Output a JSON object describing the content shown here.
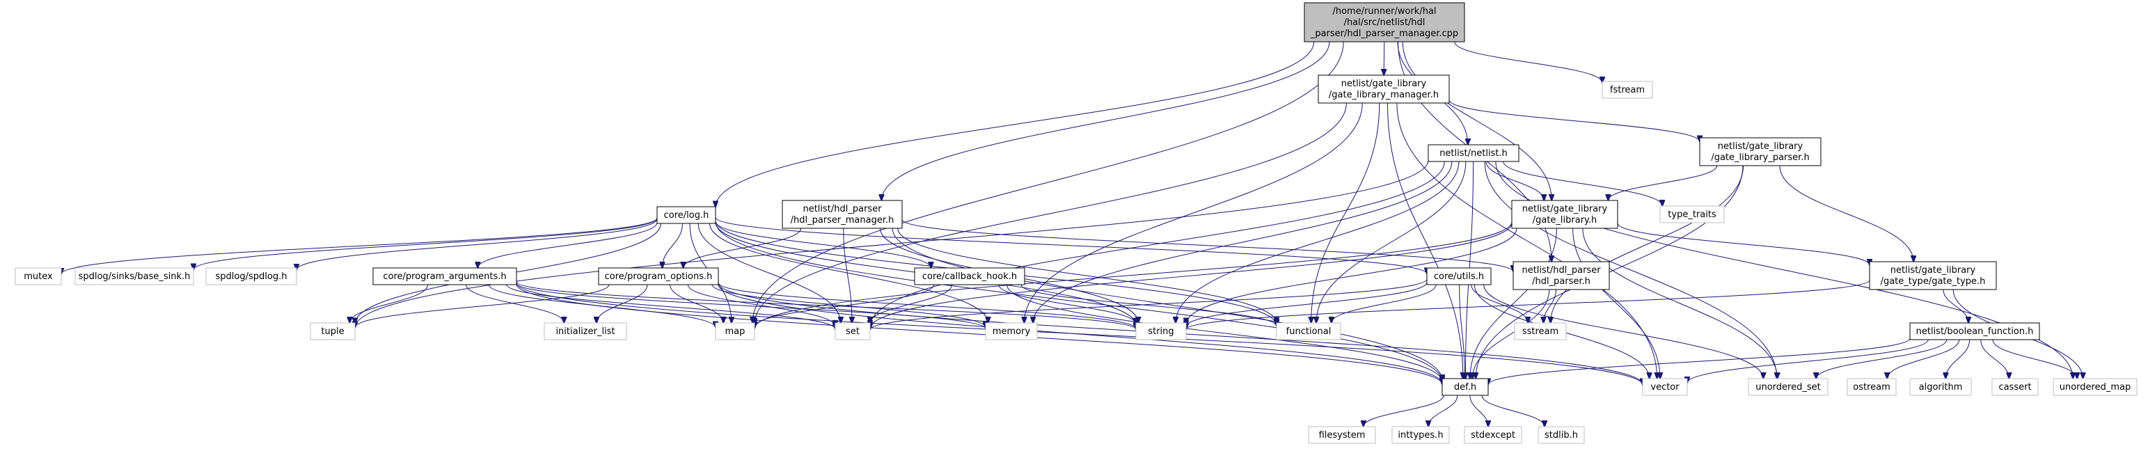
{
  "colors": {
    "edge": "#191970",
    "root_fill": "#bfbfbf",
    "root_stroke": "#000000",
    "internal_fill": "#ffffff",
    "internal_stroke": "#000000",
    "external_stroke": "#bfbfbf",
    "external_text": "#000000"
  },
  "nodes": [
    {
      "id": "root",
      "kind": "root",
      "lines": [
        "/home/runner/work/hal",
        "/hal/src/netlist/hdl",
        "_parser/hdl_parser_manager.cpp"
      ]
    },
    {
      "id": "fstream",
      "kind": "external",
      "lines": [
        "fstream"
      ]
    },
    {
      "id": "glm",
      "kind": "internal",
      "lines": [
        "netlist/gate_library",
        "/gate_library_manager.h"
      ]
    },
    {
      "id": "netlist",
      "kind": "internal",
      "lines": [
        "netlist/netlist.h"
      ]
    },
    {
      "id": "glp",
      "kind": "internal",
      "lines": [
        "netlist/gate_library",
        "/gate_library_parser.h"
      ]
    },
    {
      "id": "type_traits",
      "kind": "external",
      "lines": [
        "type_traits"
      ]
    },
    {
      "id": "log",
      "kind": "internal",
      "lines": [
        "core/log.h"
      ]
    },
    {
      "id": "hpm",
      "kind": "internal",
      "lines": [
        "netlist/hdl_parser",
        "/hdl_parser_manager.h"
      ]
    },
    {
      "id": "gl",
      "kind": "internal",
      "lines": [
        "netlist/gate_library",
        "/gate_library.h"
      ]
    },
    {
      "id": "mutex",
      "kind": "external",
      "lines": [
        "mutex"
      ]
    },
    {
      "id": "sink",
      "kind": "external",
      "lines": [
        "spdlog/sinks/base_sink.h"
      ]
    },
    {
      "id": "spdlog",
      "kind": "external",
      "lines": [
        "spdlog/spdlog.h"
      ]
    },
    {
      "id": "pa",
      "kind": "internal",
      "lines": [
        "core/program_arguments.h"
      ]
    },
    {
      "id": "po",
      "kind": "internal",
      "lines": [
        "core/program_options.h"
      ]
    },
    {
      "id": "cb",
      "kind": "internal",
      "lines": [
        "core/callback_hook.h"
      ]
    },
    {
      "id": "utils",
      "kind": "internal",
      "lines": [
        "core/utils.h"
      ]
    },
    {
      "id": "hp",
      "kind": "internal",
      "lines": [
        "netlist/hdl_parser",
        "/hdl_parser.h"
      ]
    },
    {
      "id": "gt",
      "kind": "internal",
      "lines": [
        "netlist/gate_library",
        "/gate_type/gate_type.h"
      ]
    },
    {
      "id": "bf",
      "kind": "internal",
      "lines": [
        "netlist/boolean_function.h"
      ]
    },
    {
      "id": "tuple",
      "kind": "external",
      "lines": [
        "tuple"
      ]
    },
    {
      "id": "init_list",
      "kind": "external",
      "lines": [
        "initializer_list"
      ]
    },
    {
      "id": "map",
      "kind": "external",
      "lines": [
        "map"
      ]
    },
    {
      "id": "set",
      "kind": "external",
      "lines": [
        "set"
      ]
    },
    {
      "id": "memory",
      "kind": "external",
      "lines": [
        "memory"
      ]
    },
    {
      "id": "string",
      "kind": "external",
      "lines": [
        "string"
      ]
    },
    {
      "id": "functional",
      "kind": "external",
      "lines": [
        "functional"
      ]
    },
    {
      "id": "sstream",
      "kind": "external",
      "lines": [
        "sstream"
      ]
    },
    {
      "id": "vector",
      "kind": "external",
      "lines": [
        "vector"
      ]
    },
    {
      "id": "uset",
      "kind": "external",
      "lines": [
        "unordered_set"
      ]
    },
    {
      "id": "ostream",
      "kind": "external",
      "lines": [
        "ostream"
      ]
    },
    {
      "id": "algorithm",
      "kind": "external",
      "lines": [
        "algorithm"
      ]
    },
    {
      "id": "cassert",
      "kind": "external",
      "lines": [
        "cassert"
      ]
    },
    {
      "id": "umap",
      "kind": "external",
      "lines": [
        "unordered_map"
      ]
    },
    {
      "id": "def",
      "kind": "internal",
      "lines": [
        "def.h"
      ]
    },
    {
      "id": "filesystem",
      "kind": "external",
      "lines": [
        "filesystem"
      ]
    },
    {
      "id": "inttypes",
      "kind": "external",
      "lines": [
        "inttypes.h"
      ]
    },
    {
      "id": "stdexcept",
      "kind": "external",
      "lines": [
        "stdexcept"
      ]
    },
    {
      "id": "stdlib",
      "kind": "external",
      "lines": [
        "stdlib.h"
      ]
    }
  ],
  "edges": [
    [
      "root",
      "fstream"
    ],
    [
      "root",
      "glm"
    ],
    [
      "root",
      "netlist"
    ],
    [
      "root",
      "log"
    ],
    [
      "root",
      "hpm"
    ],
    [
      "root",
      "gl"
    ],
    [
      "root",
      "hp"
    ],
    [
      "root",
      "map"
    ],
    [
      "glm",
      "glp"
    ],
    [
      "glm",
      "memory"
    ],
    [
      "glm",
      "functional"
    ],
    [
      "glm",
      "map"
    ],
    [
      "glm",
      "vector"
    ],
    [
      "glm",
      "def"
    ],
    [
      "netlist",
      "gl"
    ],
    [
      "netlist",
      "type_traits"
    ],
    [
      "netlist",
      "tuple"
    ],
    [
      "netlist",
      "memory"
    ],
    [
      "netlist",
      "string"
    ],
    [
      "netlist",
      "functional"
    ],
    [
      "netlist",
      "def"
    ],
    [
      "netlist",
      "uset"
    ],
    [
      "netlist",
      "umap"
    ],
    [
      "netlist",
      "set"
    ],
    [
      "glp",
      "gl"
    ],
    [
      "glp",
      "gt"
    ],
    [
      "glp",
      "sstream"
    ],
    [
      "glp",
      "def"
    ],
    [
      "gl",
      "gt"
    ],
    [
      "gl",
      "def"
    ],
    [
      "gl",
      "map"
    ],
    [
      "gl",
      "set"
    ],
    [
      "gl",
      "string"
    ],
    [
      "gl",
      "uset"
    ],
    [
      "gl",
      "vector"
    ],
    [
      "gt",
      "bf"
    ],
    [
      "gt",
      "string"
    ],
    [
      "gt",
      "umap"
    ],
    [
      "bf",
      "def"
    ],
    [
      "bf",
      "vector"
    ],
    [
      "bf",
      "uset"
    ],
    [
      "bf",
      "ostream"
    ],
    [
      "bf",
      "algorithm"
    ],
    [
      "bf",
      "cassert"
    ],
    [
      "bf",
      "umap"
    ],
    [
      "hpm",
      "po"
    ],
    [
      "hpm",
      "set"
    ],
    [
      "hpm",
      "string"
    ],
    [
      "hpm",
      "functional"
    ],
    [
      "hpm",
      "hp"
    ],
    [
      "hpm",
      "def"
    ],
    [
      "hp",
      "def"
    ],
    [
      "hp",
      "sstream"
    ],
    [
      "log",
      "mutex"
    ],
    [
      "log",
      "sink"
    ],
    [
      "log",
      "spdlog"
    ],
    [
      "log",
      "pa"
    ],
    [
      "log",
      "po"
    ],
    [
      "log",
      "cb"
    ],
    [
      "log",
      "utils"
    ],
    [
      "log",
      "tuple"
    ],
    [
      "log",
      "map"
    ],
    [
      "log",
      "set"
    ],
    [
      "log",
      "memory"
    ],
    [
      "log",
      "string"
    ],
    [
      "log",
      "functional"
    ],
    [
      "log",
      "def"
    ],
    [
      "pa",
      "tuple"
    ],
    [
      "pa",
      "init_list"
    ],
    [
      "pa",
      "map"
    ],
    [
      "pa",
      "set"
    ],
    [
      "pa",
      "memory"
    ],
    [
      "pa",
      "string"
    ],
    [
      "pa",
      "def"
    ],
    [
      "pa",
      "vector"
    ],
    [
      "po",
      "tuple"
    ],
    [
      "po",
      "init_list"
    ],
    [
      "po",
      "map"
    ],
    [
      "po",
      "set"
    ],
    [
      "po",
      "memory"
    ],
    [
      "po",
      "string"
    ],
    [
      "po",
      "def"
    ],
    [
      "po",
      "vector"
    ],
    [
      "cb",
      "map"
    ],
    [
      "cb",
      "set"
    ],
    [
      "cb",
      "string"
    ],
    [
      "cb",
      "functional"
    ],
    [
      "cb",
      "def"
    ],
    [
      "utils",
      "def"
    ],
    [
      "utils",
      "functional"
    ],
    [
      "utils",
      "string"
    ],
    [
      "utils",
      "sstream"
    ],
    [
      "utils",
      "vector"
    ],
    [
      "utils",
      "uset"
    ],
    [
      "utils",
      "set"
    ],
    [
      "def",
      "filesystem"
    ],
    [
      "def",
      "inttypes"
    ],
    [
      "def",
      "stdexcept"
    ],
    [
      "def",
      "stdlib"
    ]
  ]
}
